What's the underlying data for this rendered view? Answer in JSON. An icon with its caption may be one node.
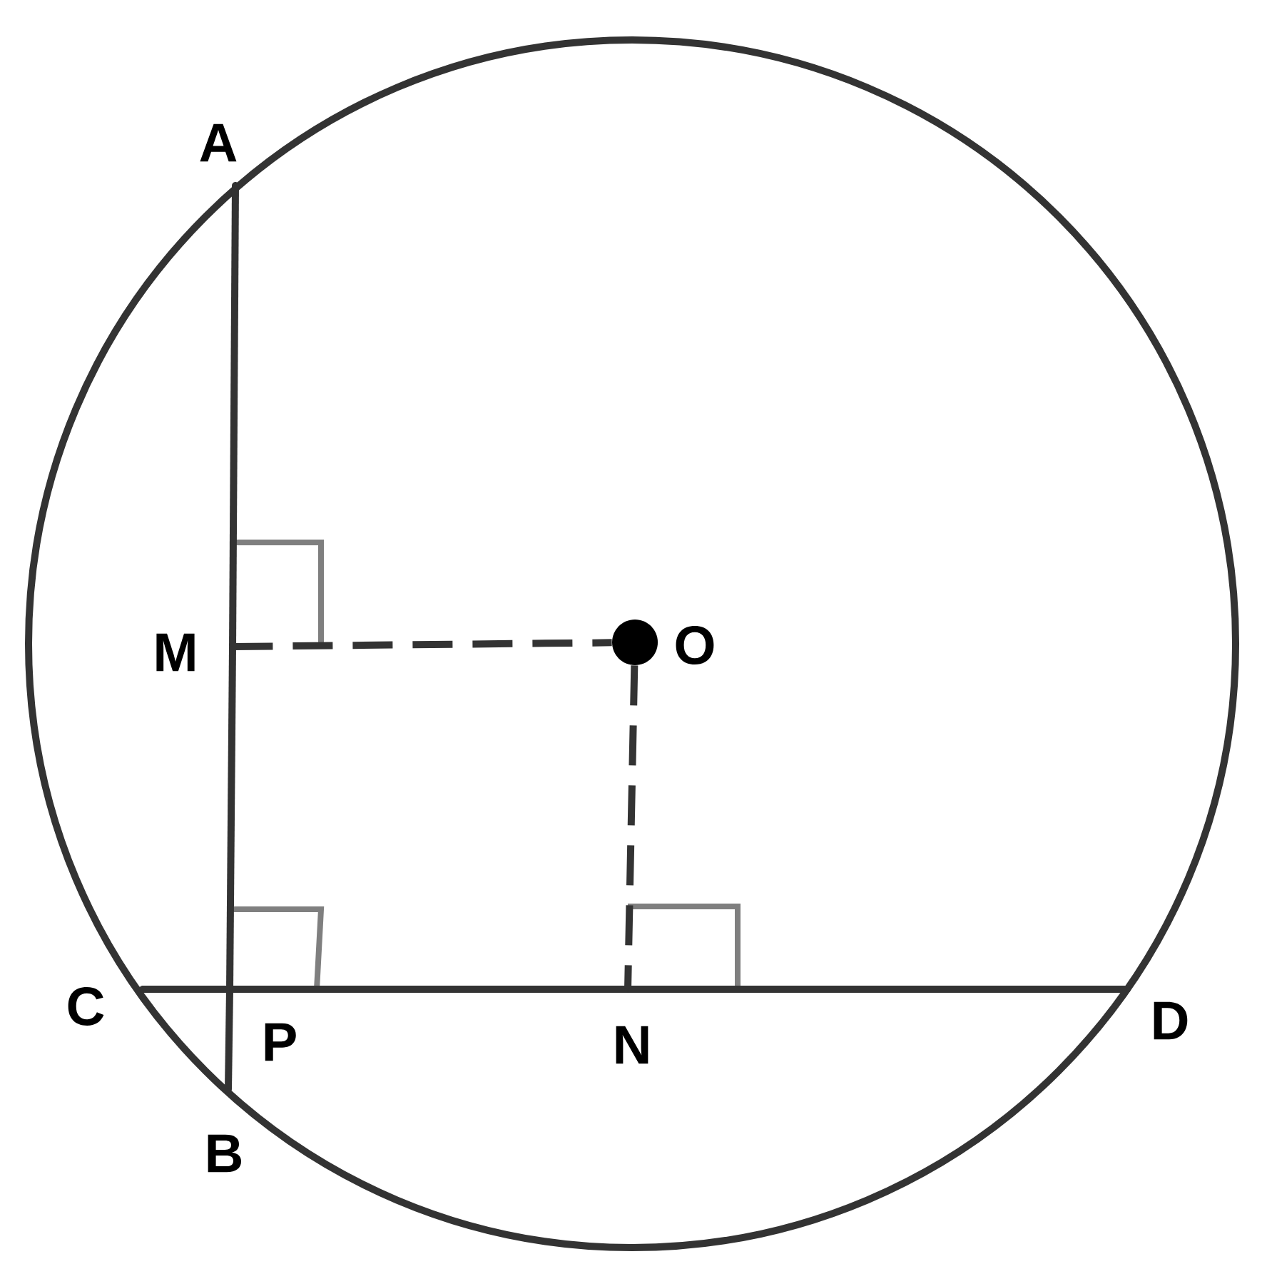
{
  "diagram": {
    "nodes": [
      {
        "text": [],
        "shape": "circle"
      },
      {
        "text": [
          "A"
        ],
        "in": 0
      },
      {
        "text": [
          "B"
        ],
        "in": 0
      },
      {
        "text": [
          "C"
        ],
        "in": 0
      },
      {
        "text": [
          "D"
        ],
        "in": 0
      },
      {
        "text": [
          "M"
        ],
        "in": 0
      },
      {
        "text": [
          "O"
        ],
        "in": 0
      },
      {
        "text": [
          "N"
        ],
        "in": 0
      },
      {
        "text": [
          "P"
        ],
        "in": 0
      }
    ],
    "edges": [
      {
        "from": 1,
        "to": 5,
        "arrow": "none"
      },
      {
        "from": 5,
        "to": 8,
        "arrow": "none"
      },
      {
        "from": 8,
        "to": 2,
        "arrow": "none"
      },
      {
        "from": 3,
        "to": 8,
        "arrow": "none"
      },
      {
        "from": 8,
        "to": 7,
        "arrow": "none"
      },
      {
        "from": 7,
        "to": 4,
        "arrow": "none"
      },
      {
        "from": 5,
        "to": 6,
        "arrow": "none",
        "style": "dashed"
      },
      {
        "from": 6,
        "to": 7,
        "arrow": "none",
        "style": "dashed"
      }
    ]
  }
}
